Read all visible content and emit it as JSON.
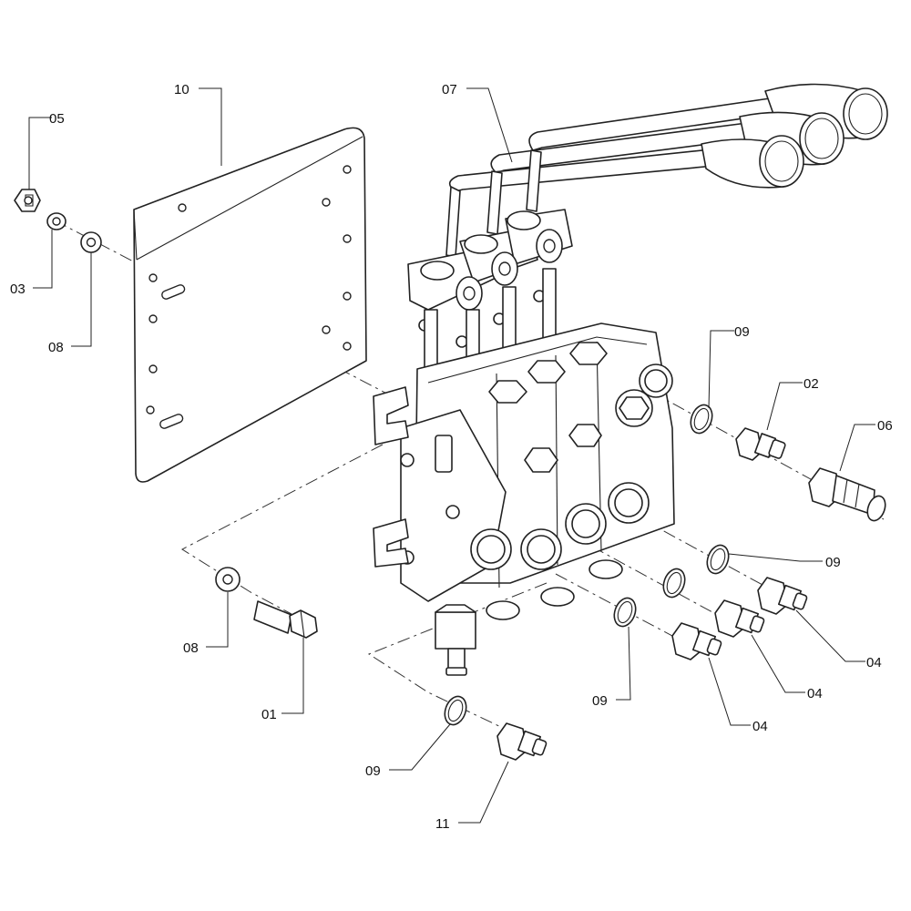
{
  "diagram": {
    "callouts": {
      "c10": "10",
      "c05": "05",
      "c03": "03",
      "c08a": "08",
      "c07": "07",
      "c09a": "09",
      "c02": "02",
      "c06": "06",
      "c09b": "09",
      "c04a": "04",
      "c04b": "04",
      "c04c": "04",
      "c09c": "09",
      "c08b": "08",
      "c01": "01",
      "c09d": "09",
      "c11": "11"
    }
  }
}
